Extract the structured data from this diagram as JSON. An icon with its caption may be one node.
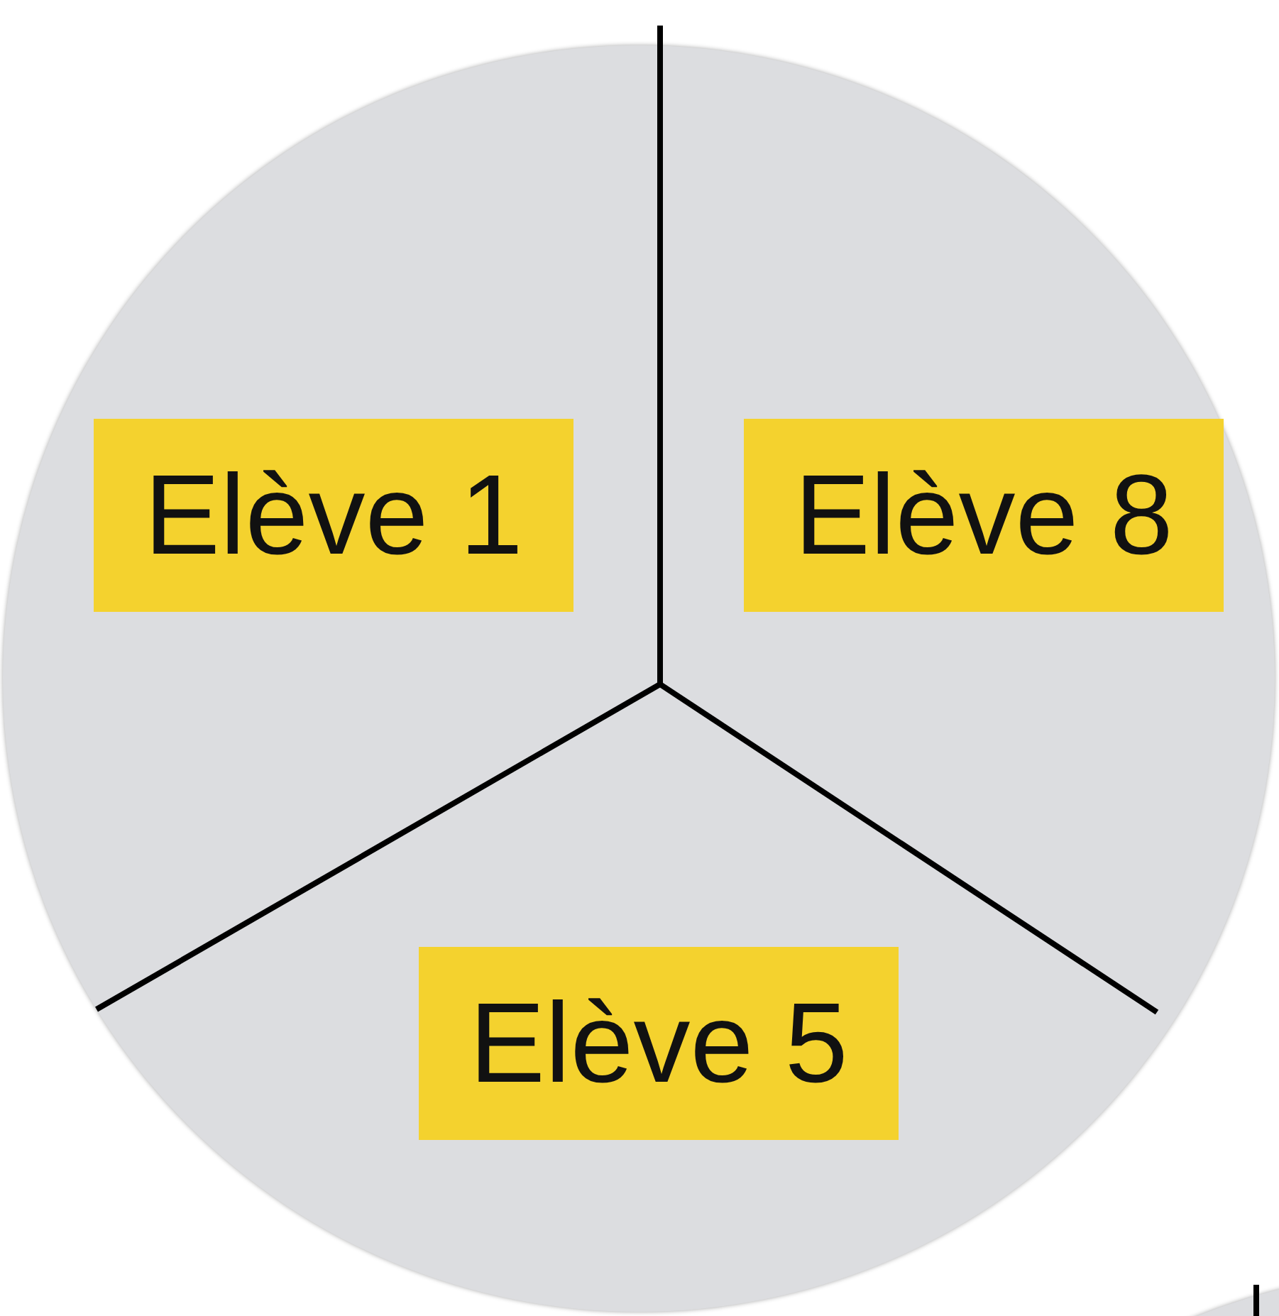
{
  "diagram": {
    "nodes": [
      {
        "text": [],
        "shape": "circle"
      },
      {
        "text": [
          "Elève 1"
        ],
        "in": 0
      },
      {
        "text": [
          "Elève 8"
        ],
        "in": 0
      },
      {
        "text": [
          "Elève 5"
        ],
        "in": 0
      },
      {
        "text": [],
        "shape": "circle"
      }
    ]
  }
}
